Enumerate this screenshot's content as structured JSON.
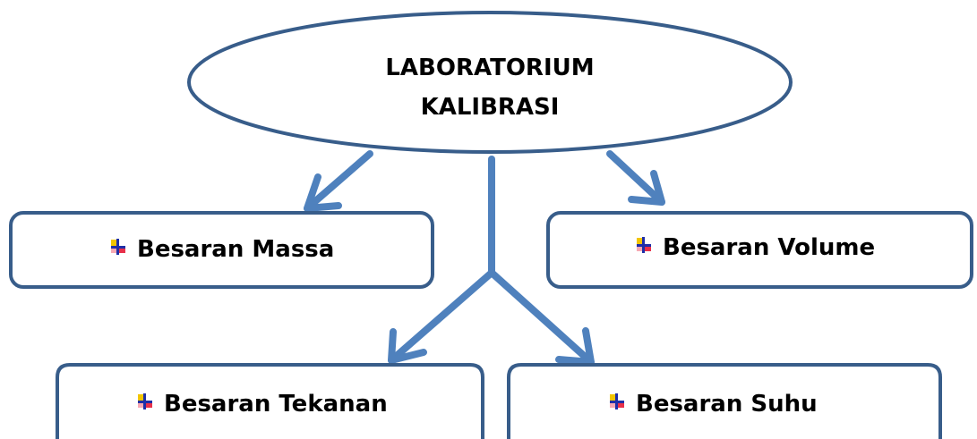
{
  "diagram": {
    "root": {
      "line1": "LABORATORIUM",
      "line2": "KALIBRASI"
    },
    "boxes": [
      {
        "label": "Besaran Massa"
      },
      {
        "label": "Besaran Volume"
      },
      {
        "label": "Besaran Tekanan"
      },
      {
        "label": "Besaran Suhu"
      }
    ],
    "colors": {
      "connector": "#4f81bd",
      "node_border": "#385d8a",
      "bullet_yellow": "#f2c500",
      "bullet_red": "#e8304a",
      "bullet_blue": "#1f2fa8"
    },
    "bullet_icon": "plus-bullet-icon"
  }
}
